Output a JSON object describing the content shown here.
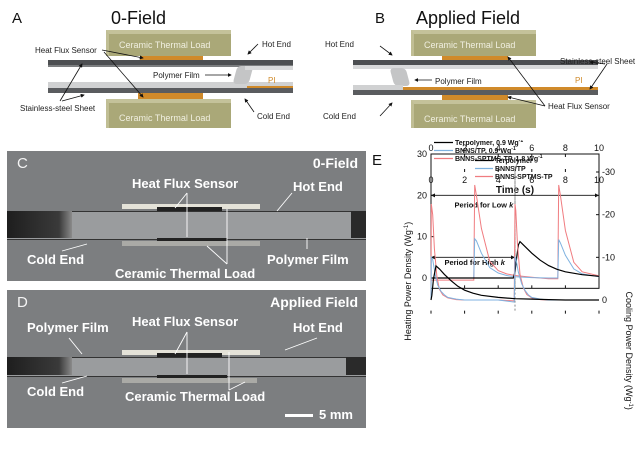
{
  "panelA": {
    "letter": "A",
    "title": "0-Field",
    "labels": {
      "load_top": "Ceramic Thermal Load",
      "load_bottom": "Ceramic Thermal Load",
      "heat_flux_sensor": "Heat Flux Sensor",
      "hot_end": "Hot End",
      "polymer_film": "Polymer Film",
      "pi": "PI",
      "stainless": "Stainless-steel Sheet",
      "cold_end": "Cold End"
    }
  },
  "panelB": {
    "letter": "B",
    "title": "Applied Field",
    "labels": {
      "load_top": "Ceramic Thermal Load",
      "load_bottom": "Ceramic Thermal Load",
      "hot_end": "Hot End",
      "stainless": "Stainless-steel Sheet",
      "polymer_film": "Polymer Film",
      "pi": "PI",
      "cold_end": "Cold End",
      "heat_flux_sensor": "Heat Flux Sensor"
    }
  },
  "panelC": {
    "letter": "C",
    "title": "0-Field",
    "labels": {
      "heat_flux_sensor": "Heat Flux Sensor",
      "hot_end": "Hot End",
      "cold_end": "Cold End",
      "polymer_film": "Polymer Film",
      "ceramic": "Ceramic Thermal Load"
    }
  },
  "panelD": {
    "letter": "D",
    "title": "Applied Field",
    "labels": {
      "polymer_film": "Polymer Film",
      "heat_flux_sensor": "Heat Flux Sensor",
      "hot_end": "Hot End",
      "cold_end": "Cold End",
      "ceramic": "Ceramic Thermal Load",
      "scale": "5 mm"
    }
  },
  "panelE": {
    "letter": "E"
  },
  "chart_data": [
    {
      "type": "line",
      "panel": "E-top",
      "title": "",
      "xlabel": "",
      "ylabel": "Heating Power Density (Wg-1)",
      "xlim": [
        0,
        10
      ],
      "ylim": [
        -2.5,
        30
      ],
      "xticks": [
        0,
        2,
        4,
        6,
        8,
        10
      ],
      "yticks": [
        0,
        10,
        20,
        30
      ],
      "x_axis_position": "top",
      "legend_position": "top-center",
      "annotation": {
        "text": "Period for Low ",
        "italic": "k",
        "y": 20,
        "x_range": [
          0,
          10
        ]
      },
      "dashed_line_x": 5,
      "series": [
        {
          "name": "Terpolymer",
          "color": "#000000",
          "x": [
            0,
            1,
            2,
            3,
            4,
            4.9,
            5.0,
            5.1,
            5.2,
            5.3,
            5.5,
            6.0,
            6.5,
            7.0,
            7.5,
            8.0,
            9.0,
            10.0
          ],
          "y": [
            0,
            0,
            0,
            0,
            0,
            0,
            1.5,
            5,
            8,
            8.8,
            8,
            6,
            4.3,
            3,
            2.1,
            1.5,
            0.8,
            0.4
          ]
        },
        {
          "name": "BNNS/TP",
          "color": "#7fb2e0",
          "x": [
            0,
            1,
            2,
            2.55,
            2.6,
            2.7,
            3.0,
            3.5,
            4.0,
            4.5,
            5.0,
            6.0,
            7.0,
            7.55,
            7.6,
            7.7,
            8.0,
            8.5,
            9.0,
            10.0
          ],
          "y": [
            0,
            0,
            0,
            0,
            9.5,
            9,
            6,
            2.5,
            1.2,
            0.6,
            0.3,
            0.1,
            0,
            0,
            9.3,
            8.5,
            5.5,
            2.2,
            1,
            0.3
          ]
        },
        {
          "name": "BNNS-SPTMS-TP",
          "color": "#f07c80",
          "x": [
            0,
            1,
            2,
            2.55,
            2.6,
            2.7,
            3.0,
            3.5,
            4.0,
            4.5,
            5.0,
            6.0,
            7.0,
            7.55,
            7.6,
            7.7,
            8.0,
            8.5,
            9.0,
            10.0
          ],
          "y": [
            -0.5,
            -0.5,
            -0.5,
            -0.5,
            22.5,
            20,
            12,
            4,
            1.8,
            1,
            0.6,
            0.2,
            -0.2,
            -0.2,
            22.5,
            20,
            11.5,
            3.8,
            1.5,
            0.5
          ]
        }
      ]
    },
    {
      "type": "line",
      "panel": "E-bottom",
      "title": "",
      "xlabel": "Time (s)",
      "ylabel": "Cooling Power Density (Wg-1)",
      "xlim": [
        0,
        10
      ],
      "ylim": [
        -30,
        2.5
      ],
      "xticks": [
        0,
        2,
        4,
        6,
        8,
        10
      ],
      "yticks": [
        0,
        -10,
        -20,
        -30
      ],
      "y_axis_position": "right",
      "legend_position": "bottom-left",
      "annotation": {
        "text": "Period for High ",
        "italic": "k",
        "y": -10,
        "x_range": [
          0,
          5
        ]
      },
      "dashed_line_x": 5,
      "series": [
        {
          "name": "Terpolymer, 0.9 Wg-1",
          "color": "#000000",
          "x": [
            0,
            0.05,
            0.15,
            0.3,
            0.5,
            0.8,
            1.2,
            1.6,
            2.0,
            2.5,
            3.0,
            4.0,
            5.0,
            6.0,
            7.0,
            8.0,
            9.0,
            10.0
          ],
          "y": [
            0,
            -1,
            -5,
            -8,
            -7.3,
            -6,
            -4.5,
            -3.2,
            -2.3,
            -1.6,
            -1.1,
            -0.6,
            -0.3,
            -0.2,
            -0.1,
            0,
            0,
            0
          ]
        },
        {
          "name": "BNNS/TP, 0.9 Wg-1",
          "color": "#7fb2e0",
          "x": [
            0,
            0.02,
            0.1,
            0.25,
            0.4,
            0.6,
            0.8,
            1.0,
            1.5,
            2.0,
            3.0,
            4.0,
            4.95,
            5.0,
            5.05,
            5.2,
            5.4,
            5.6,
            5.8,
            6.0,
            6.5,
            7.0,
            8.0,
            9.0,
            10.0
          ],
          "y": [
            0,
            -10,
            -9.5,
            -6,
            -3.5,
            -2,
            -1.2,
            -0.6,
            -0.2,
            0,
            0,
            0,
            0.5,
            -10,
            -9.8,
            -6.5,
            -3.8,
            -2.2,
            -1.2,
            -0.6,
            -0.2,
            0,
            0,
            0,
            0
          ]
        },
        {
          "name": "BNNS-SPTMS-TP, 1.8 Wg-1",
          "color": "#f07c80",
          "x": [
            0,
            0.02,
            0.1,
            0.2,
            0.35,
            0.5,
            0.7,
            1.0,
            1.5,
            2.0,
            3.0,
            4.0,
            4.95,
            5.0,
            5.05,
            5.15,
            5.3,
            5.5,
            5.7,
            6.0,
            6.5,
            7.0,
            8.0,
            9.0,
            10.0
          ],
          "y": [
            0,
            -22.5,
            -20,
            -12,
            -5.5,
            -2.5,
            -1.2,
            -0.5,
            -0.1,
            0,
            0,
            0,
            0.2,
            -22.5,
            -21,
            -13,
            -6,
            -2.8,
            -1.3,
            -0.5,
            -0.1,
            0,
            0,
            0,
            0
          ]
        }
      ]
    }
  ]
}
